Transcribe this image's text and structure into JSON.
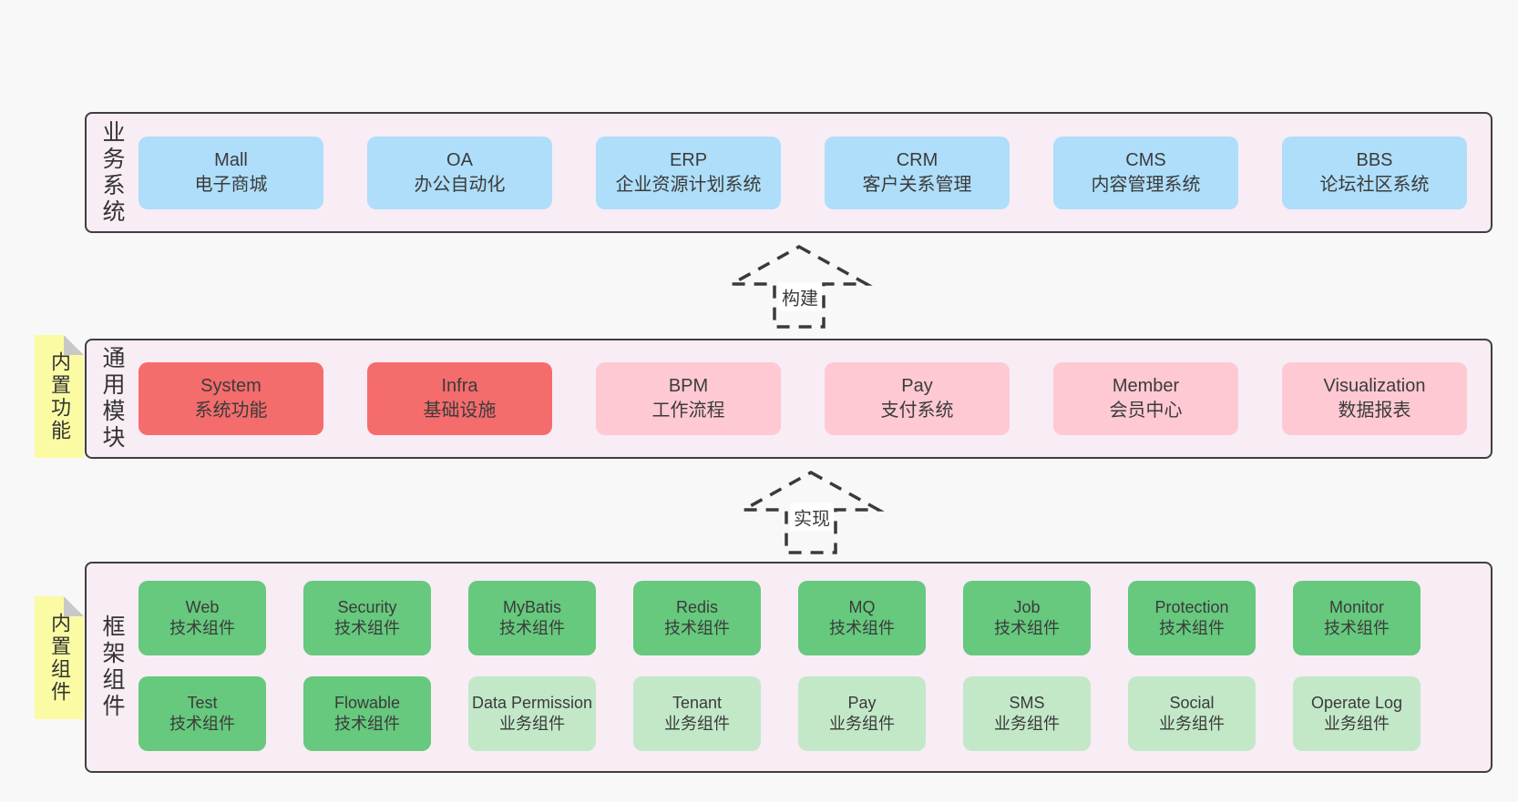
{
  "colors": {
    "page_background": "#f8f8f8",
    "section_background": "#f8ecf5",
    "section_border": "#3f3f3f",
    "business_box": "#aedefa",
    "core_module_box": "#f56c6c",
    "optional_module_box": "#fec9d3",
    "tech_component_box": "#66c97d",
    "biz_component_box": "#c2e8c8",
    "sticky_note": "#fbfba4"
  },
  "arrows": [
    {
      "label": "构建"
    },
    {
      "label": "实现"
    }
  ],
  "stickies": [
    {
      "label": "内置功能"
    },
    {
      "label": "内置组件"
    }
  ],
  "sections": [
    {
      "id": "business-systems",
      "label": "业务系统",
      "boxes": [
        {
          "name": "Mall",
          "desc": "电子商城"
        },
        {
          "name": "OA",
          "desc": "办公自动化"
        },
        {
          "name": "ERP",
          "desc": "企业资源计划系统"
        },
        {
          "name": "CRM",
          "desc": "客户关系管理"
        },
        {
          "name": "CMS",
          "desc": "内容管理系统"
        },
        {
          "name": "BBS",
          "desc": "论坛社区系统"
        }
      ]
    },
    {
      "id": "common-modules",
      "label": "通用模块",
      "boxes": [
        {
          "name": "System",
          "desc": "系统功能"
        },
        {
          "name": "Infra",
          "desc": "基础设施"
        },
        {
          "name": "BPM",
          "desc": "工作流程"
        },
        {
          "name": "Pay",
          "desc": "支付系统"
        },
        {
          "name": "Member",
          "desc": "会员中心"
        },
        {
          "name": "Visualization",
          "desc": "数据报表"
        }
      ]
    },
    {
      "id": "framework-components",
      "label": "框架组件",
      "row1": [
        {
          "name": "Web",
          "desc": "技术组件"
        },
        {
          "name": "Security",
          "desc": "技术组件"
        },
        {
          "name": "MyBatis",
          "desc": "技术组件"
        },
        {
          "name": "Redis",
          "desc": "技术组件"
        },
        {
          "name": "MQ",
          "desc": "技术组件"
        },
        {
          "name": "Job",
          "desc": "技术组件"
        },
        {
          "name": "Protection",
          "desc": "技术组件"
        },
        {
          "name": "Monitor",
          "desc": "技术组件"
        }
      ],
      "row2": [
        {
          "name": "Test",
          "desc": "技术组件"
        },
        {
          "name": "Flowable",
          "desc": "技术组件"
        },
        {
          "name": "Data Permission",
          "desc": "业务组件"
        },
        {
          "name": "Tenant",
          "desc": "业务组件"
        },
        {
          "name": "Pay",
          "desc": "业务组件"
        },
        {
          "name": "SMS",
          "desc": "业务组件"
        },
        {
          "name": "Social",
          "desc": "业务组件"
        },
        {
          "name": "Operate Log",
          "desc": "业务组件"
        }
      ]
    }
  ]
}
